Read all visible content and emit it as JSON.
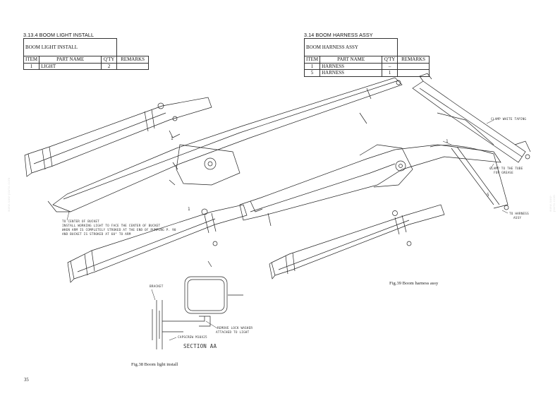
{
  "left": {
    "heading": "3.13.4    BOOM LIGHT INSTALL",
    "table_title": "BOOM LIGHT INSTALL",
    "columns": {
      "item": "ITEM",
      "part": "PART NAME",
      "qty": "Q'TY",
      "remarks": "REMARKS"
    },
    "rows": [
      {
        "item": "1",
        "part": "LIGHT",
        "qty": "2",
        "remarks": ""
      }
    ]
  },
  "right": {
    "heading": "3.14    BOOM HARNESS ASSY",
    "table_title": "BOOM HARNESS ASSY",
    "columns": {
      "item": "ITEM",
      "part": "PART NAME",
      "qty": "Q'TY",
      "remarks": "REMARKS"
    },
    "rows": [
      {
        "item": "1",
        "part": "HARNESS",
        "qty": "–",
        "remarks": ""
      },
      {
        "item": "5",
        "part": "HARNESS",
        "qty": "1",
        "remarks": ""
      }
    ]
  },
  "notes": {
    "to_center": "TO CENTER OF BUCKET",
    "install_note_1": "INSTALL WORKING LIGHT TO FACE THE CENTER OF BUCKET",
    "install_note_2": "WHEN ARM IS COMPLETELY STROKED AT THE END OF PUMPING P. 90",
    "install_note_3": "AND BUCKET IS STROKED AT 60° TO ARM",
    "clamp_taping": "CLAMP WHITE TAPING",
    "clamp_tube_1": "CLAMP TO THE TUBE",
    "clamp_tube_2": "FOR GREASE",
    "to_harness_1": "TO HARNESS",
    "to_harness_2": "ASSY",
    "bracket": "BRACKET",
    "remove_1": "REMOVE LOCK WASHER",
    "remove_2": "ATTACHED TO LIGHT",
    "capscrew": "CAPSCREW M10X25",
    "section": "SECTION AA",
    "callout_1": "1",
    "callout_1b": "1",
    "callout_1c": "1",
    "callout_5": "5"
  },
  "fig38": "Fig.38    Boom light install",
  "fig39": "Fig.39    Boom harness assy",
  "page_number": "35",
  "watermark": "www.saw-parts.com"
}
